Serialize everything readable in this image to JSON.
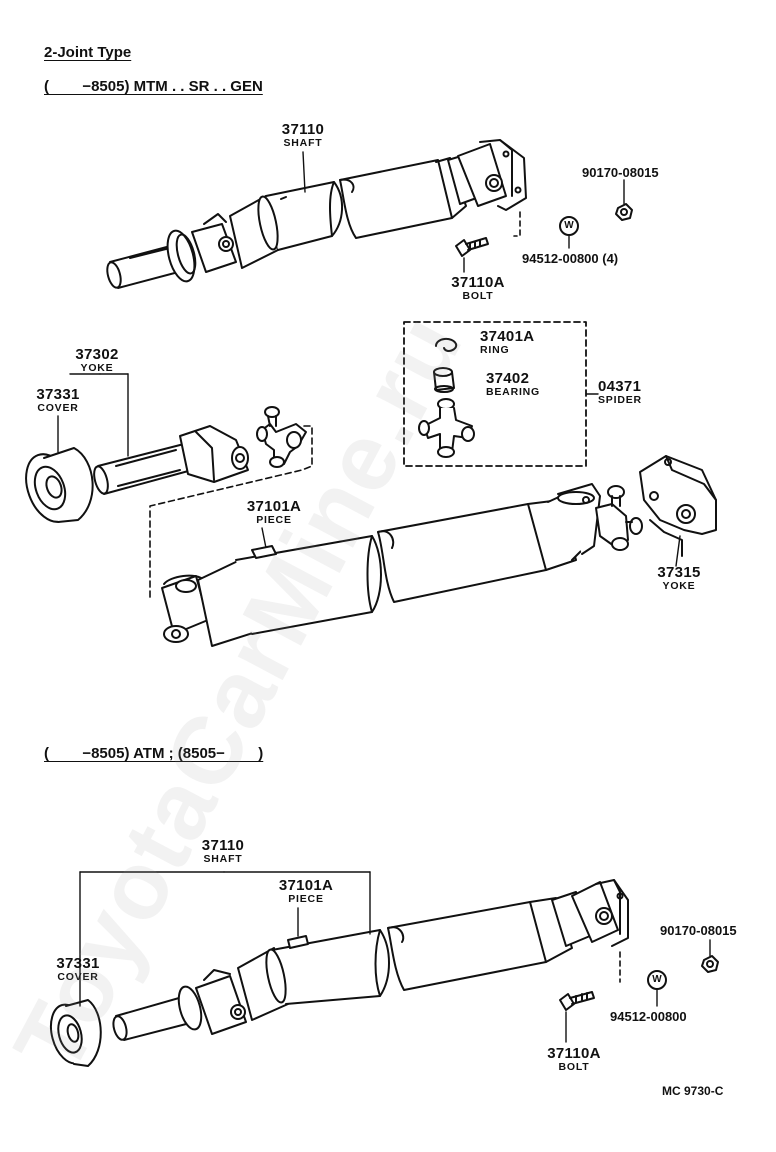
{
  "headers": {
    "title": "2-Joint Type",
    "section_a": "(        −8505) MTM . . SR . . GEN",
    "section_b": "(        −8505) ATM ; (8505−        )"
  },
  "callouts_a": {
    "shaft_no": "37110",
    "shaft_name": "SHAFT",
    "nut_no": "90170-08015",
    "washer_no": "94512-00800 (4)",
    "bolt_no": "37110A",
    "bolt_name": "BOLT",
    "yoke_no": "37302",
    "yoke_name": "YOKE",
    "cover_no": "37331",
    "cover_name": "COVER",
    "ring_no": "37401A",
    "ring_name": "RING",
    "bearing_no": "37402",
    "bearing_name": "BEARING",
    "spider_no": "04371",
    "spider_name": "SPIDER",
    "piece_no": "37101A",
    "piece_name": "PIECE",
    "flange_yoke_no": "37315",
    "flange_yoke_name": "YOKE"
  },
  "callouts_b": {
    "shaft_no": "37110",
    "shaft_name": "SHAFT",
    "piece_no": "37101A",
    "piece_name": "PIECE",
    "cover_no": "37331",
    "cover_name": "COVER",
    "nut_no": "90170-08015",
    "washer_no": "94512-00800",
    "bolt_no": "37110A",
    "bolt_name": "BOLT"
  },
  "washer_mark": "W",
  "footer_code": "MC  9730-C",
  "watermark": "ToyotaCarMine.ru"
}
